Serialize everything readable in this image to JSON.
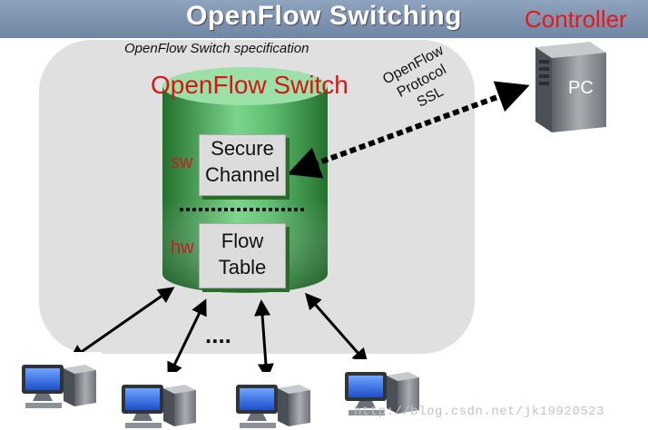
{
  "title": "OpenFlow Switching",
  "controller": {
    "label": "Controller",
    "pc_label": "PC"
  },
  "switch_spec_label": "OpenFlow Switch specification",
  "switch_label": "OpenFlow Switch",
  "protocol_label": {
    "line1": "OpenFlow",
    "line2": "Protocol",
    "line3": "SSL"
  },
  "layers": {
    "sw_label": "sw",
    "hw_label": "hw",
    "secure_channel": {
      "line1": "Secure",
      "line2": "Channel"
    },
    "flow_table": {
      "line1": "Flow",
      "line2": "Table"
    }
  },
  "hosts_ellipsis": "....",
  "watermark": "http://blog.csdn.net/jk19920523",
  "colors": {
    "title_bar": "#7f95b2",
    "controller_red": "#e81818",
    "cylinder_green": "#3f9b4b",
    "panel_gray": "#e0e0e0"
  }
}
